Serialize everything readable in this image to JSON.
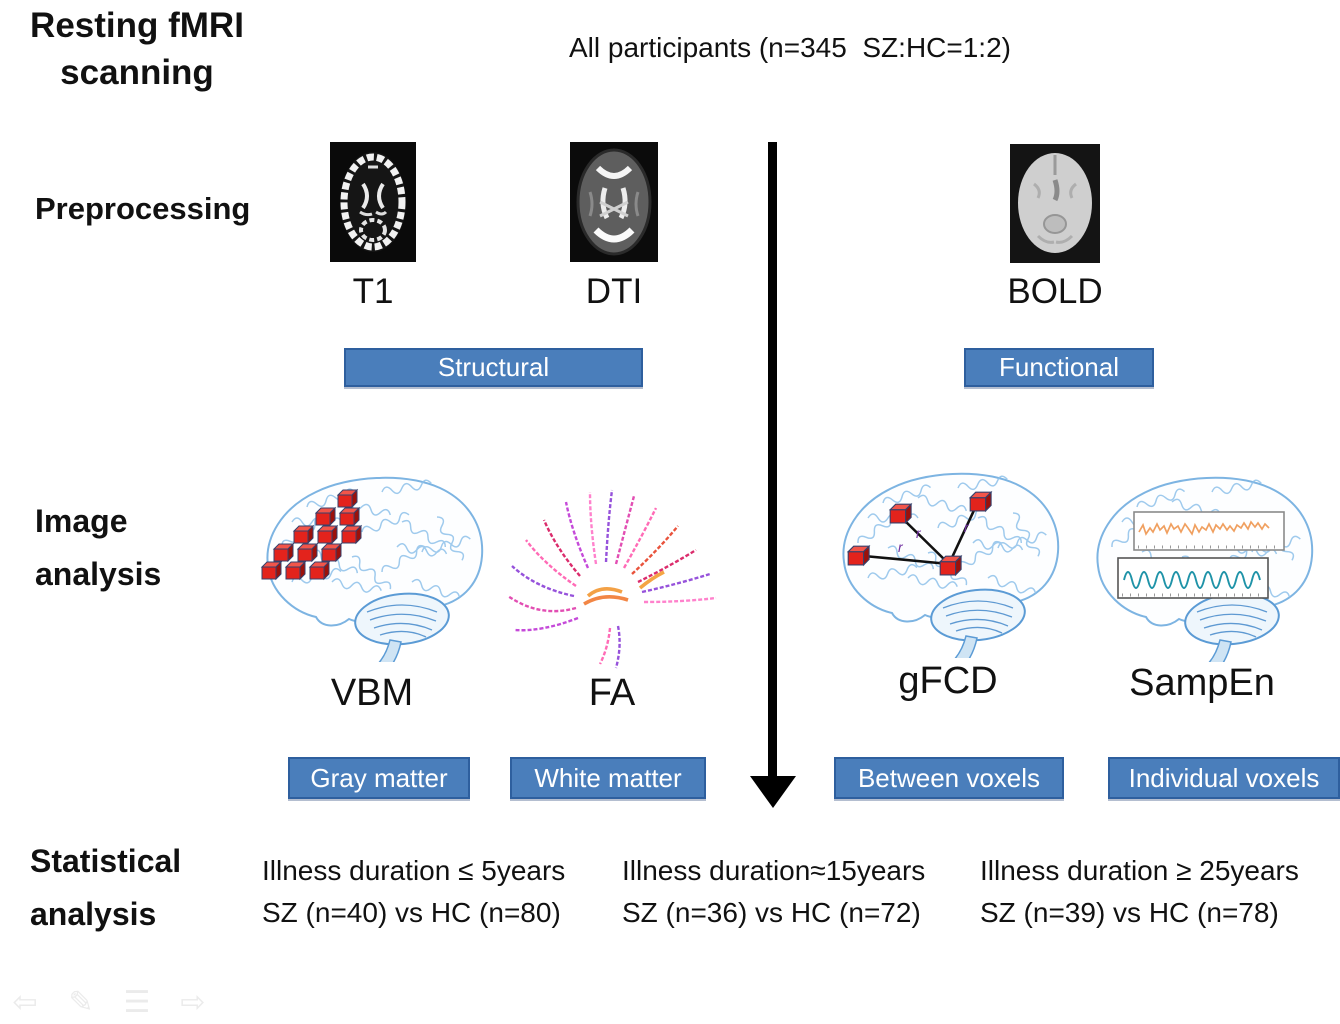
{
  "header": {
    "title_line1": "Resting fMRI",
    "title_line2": "scanning",
    "participants": "All participants (n=345  SZ:HC=1:2)"
  },
  "row_labels": {
    "preprocessing": "Preprocessing",
    "image_analysis_line1": "Image",
    "image_analysis_line2": "analysis",
    "statistical_line1": "Statistical",
    "statistical_line2": "analysis"
  },
  "preprocessing": {
    "modalities": [
      {
        "name": "t1",
        "label": "T1"
      },
      {
        "name": "dti",
        "label": "DTI"
      },
      {
        "name": "bold",
        "label": "BOLD"
      }
    ],
    "category_banners": [
      {
        "name": "structural",
        "label": "Structural"
      },
      {
        "name": "functional",
        "label": "Functional"
      }
    ]
  },
  "image_analysis": {
    "methods": [
      {
        "name": "vbm",
        "label": "VBM",
        "banner": "Gray matter"
      },
      {
        "name": "fa",
        "label": "FA",
        "banner": "White matter"
      },
      {
        "name": "gfcd",
        "label": "gFCD",
        "banner": "Between voxels"
      },
      {
        "name": "sampen",
        "label": "SampEn",
        "banner": "Individual voxels"
      }
    ],
    "gfcd_correlation_label": "r"
  },
  "statistical": {
    "groups": [
      {
        "duration": "Illness duration ≤ 5years",
        "comparison": "SZ (n=40) vs HC (n=80)"
      },
      {
        "duration": "Illness duration≈15years",
        "comparison": "SZ (n=36) vs HC (n=72)"
      },
      {
        "duration": "Illness duration ≥ 25years",
        "comparison": "SZ (n=39) vs HC (n=78)"
      }
    ]
  },
  "colors": {
    "banner_fill": "#4a7ebb",
    "banner_border": "#2e5f9e",
    "banner_text": "#ffffff",
    "arrow": "#000000",
    "brain_outline": "#7db4e2",
    "cube_red": "#e3231c",
    "gfcd_r_purple": "#7030a0",
    "sampen_signal_top": "#f0a060",
    "sampen_signal_bottom": "#1f93a8"
  },
  "footer": {
    "icons": [
      {
        "name": "back-arrow",
        "glyph": "⇦"
      },
      {
        "name": "pen",
        "glyph": "✎"
      },
      {
        "name": "menu",
        "glyph": "☰"
      },
      {
        "name": "forward-arrow",
        "glyph": "⇨"
      }
    ]
  }
}
